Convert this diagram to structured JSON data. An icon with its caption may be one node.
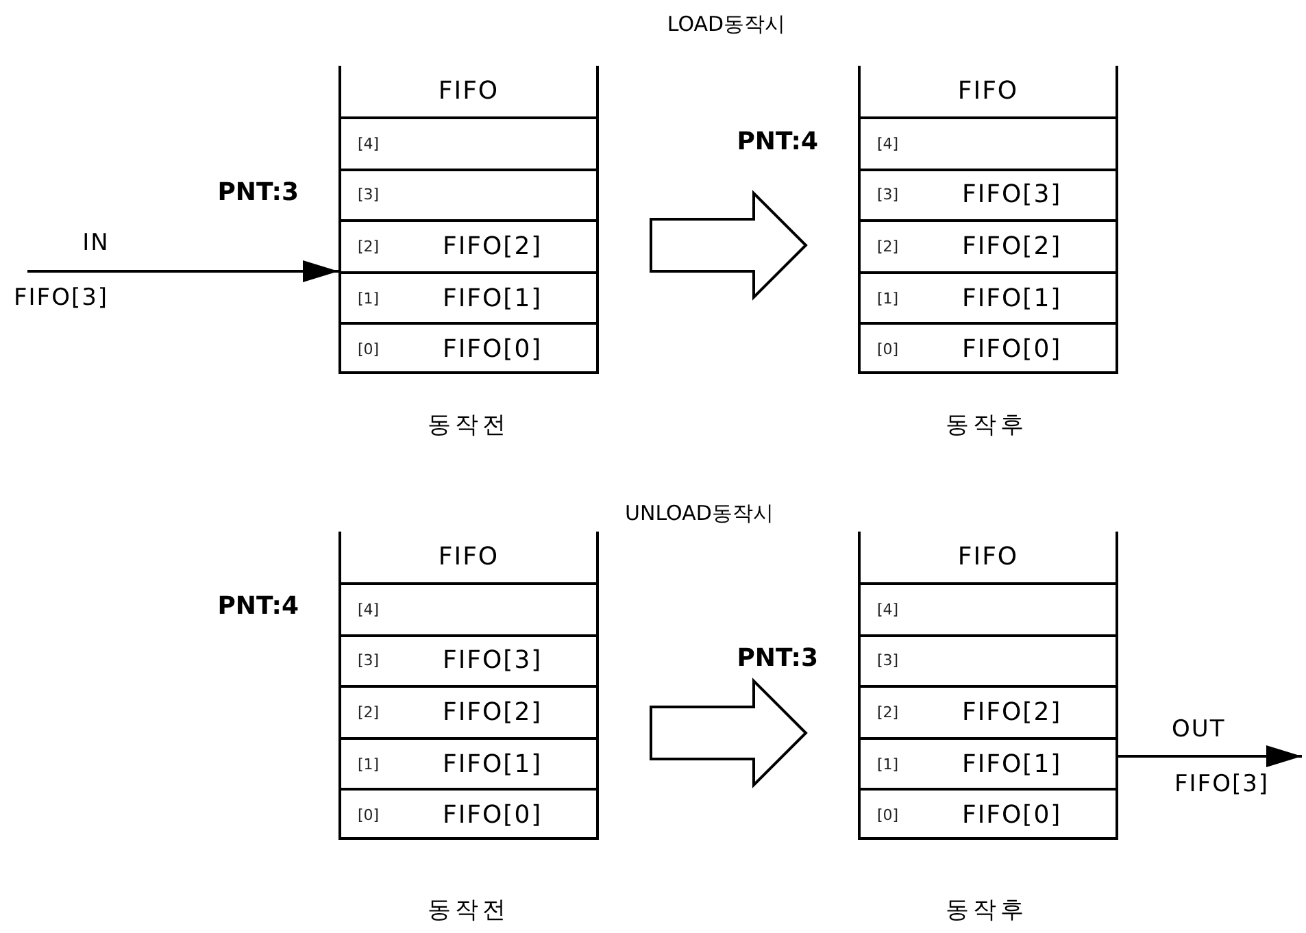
{
  "diagram": {
    "nodes": [
      {
        "text": [
          "FIFO"
        ],
        "beside": [
          "동작전"
        ]
      },
      {
        "text": [
          "[4]"
        ],
        "in": 0
      },
      {
        "text": [
          "[3]"
        ],
        "in": 0
      },
      {
        "text": [
          "[2]",
          "FIFO[2]"
        ],
        "in": 0
      },
      {
        "text": [
          "[1]",
          "FIFO[1]"
        ],
        "in": 0
      },
      {
        "text": [
          "[0]",
          "FIFO[0]"
        ],
        "in": 0
      },
      {
        "text": [
          "FIFO"
        ],
        "beside": [
          "동작후"
        ]
      },
      {
        "text": [
          "[4]"
        ],
        "in": 6
      },
      {
        "text": [
          "[3]",
          "FIFO[3]"
        ],
        "in": 6
      },
      {
        "text": [
          "[2]",
          "FIFO[2]"
        ],
        "in": 6
      },
      {
        "text": [
          "[1]",
          "FIFO[1]"
        ],
        "in": 6
      },
      {
        "text": [
          "[0]",
          "FIFO[0]"
        ],
        "in": 6
      },
      {
        "text": [
          "FIFO"
        ],
        "beside": [
          "동작전"
        ]
      },
      {
        "text": [
          "[4]"
        ],
        "in": 12
      },
      {
        "text": [
          "[3]",
          "FIFO[3]"
        ],
        "in": 12
      },
      {
        "text": [
          "[2]",
          "FIFO[2]"
        ],
        "in": 12
      },
      {
        "text": [
          "[1]",
          "FIFO[1]"
        ],
        "in": 12
      },
      {
        "text": [
          "[0]",
          "FIFO[0]"
        ],
        "in": 12
      },
      {
        "text": [
          "FIFO"
        ],
        "beside": [
          "동작후"
        ]
      },
      {
        "text": [
          "[4]"
        ],
        "in": 18
      },
      {
        "text": [
          "[3]"
        ],
        "in": 18
      },
      {
        "text": [
          "[2]",
          "FIFO[2]"
        ],
        "in": 18
      },
      {
        "text": [
          "[1]",
          "FIFO[1]"
        ],
        "in": 18
      },
      {
        "text": [
          "[0]",
          "FIFO[0]"
        ],
        "in": 18
      }
    ],
    "edges": [
      {
        "from": null,
        "to": 0,
        "arrow": "to",
        "label": "IN"
      },
      {
        "from": 0,
        "to": 6,
        "arrow": "to"
      },
      {
        "from": 12,
        "to": 18,
        "arrow": "to"
      },
      {
        "from": 18,
        "to": null,
        "arrow": "to",
        "label": "OUT"
      }
    ],
    "labels": [
      "LOAD동작시",
      "PNT:3",
      "PNT:4",
      "FIFO[3]",
      "UNLOAD동작시",
      "PNT:4",
      "PNT:3",
      "FIFO[3]"
    ]
  }
}
